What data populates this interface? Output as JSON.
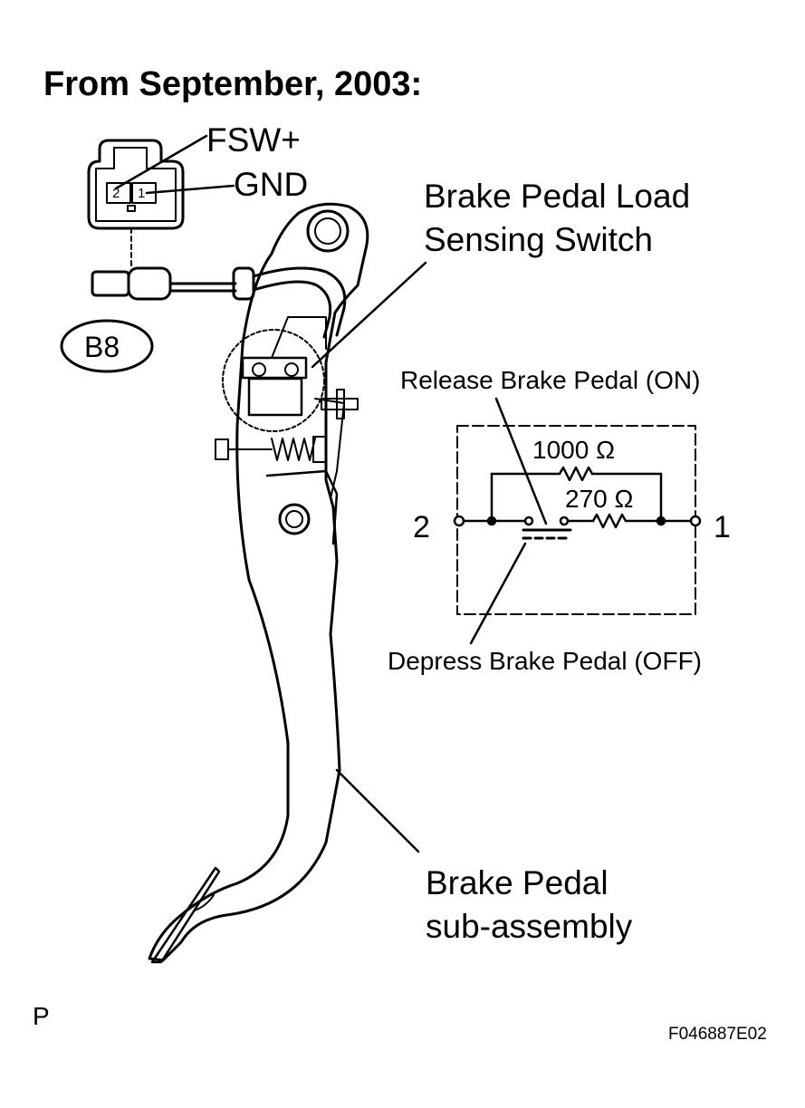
{
  "title": "From September, 2003:",
  "connector": {
    "pin_labels": [
      "FSW+",
      "GND"
    ],
    "pin_numbers": [
      "2",
      "1"
    ],
    "connector_id": "B8"
  },
  "callouts": {
    "switch_line1": "Brake Pedal Load",
    "switch_line2": "Sensing Switch",
    "pedal_line1": "Brake Pedal",
    "pedal_line2": "sub-assembly"
  },
  "circuit": {
    "release_label": "Release Brake Pedal (ON)",
    "depress_label": "Depress Brake Pedal (OFF)",
    "resistor_upper": "1000 Ω",
    "resistor_lower": "270 Ω",
    "terminal_left": "2",
    "terminal_right": "1"
  },
  "footer": {
    "corner_mark": "P",
    "figure_code": "F046887E02"
  }
}
